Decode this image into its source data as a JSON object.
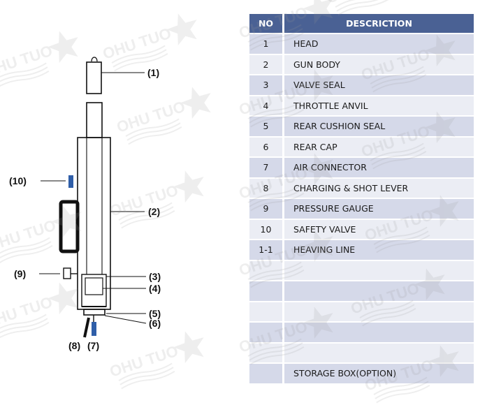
{
  "diagram": {
    "callouts": {
      "c1": "(1)",
      "c2": "(2)",
      "c3": "(3)",
      "c4": "(4)",
      "c5": "(5)",
      "c6": "(6)",
      "c7": "(7)",
      "c8": "(8)",
      "c9": "(9)",
      "c10": "(10)"
    }
  },
  "table": {
    "headers": {
      "no": "NO",
      "description": "DESCRICTION"
    },
    "rows": [
      {
        "no": "1",
        "description": "HEAD"
      },
      {
        "no": "2",
        "description": "GUN BODY"
      },
      {
        "no": "3",
        "description": "VALVE SEAL"
      },
      {
        "no": "4",
        "description": "THROTTLE ANVIL"
      },
      {
        "no": "5",
        "description": "REAR CUSHION SEAL"
      },
      {
        "no": "6",
        "description": "REAR CAP"
      },
      {
        "no": "7",
        "description": "AIR CONNECTOR"
      },
      {
        "no": "8",
        "description": "CHARGING & SHOT LEVER"
      },
      {
        "no": "9",
        "description": "PRESSURE GAUGE"
      },
      {
        "no": "10",
        "description": "SAFETY VALVE"
      },
      {
        "no": "1-1",
        "description": "HEAVING LINE"
      },
      {
        "no": "",
        "description": ""
      },
      {
        "no": "",
        "description": ""
      },
      {
        "no": "",
        "description": ""
      },
      {
        "no": "",
        "description": ""
      },
      {
        "no": "",
        "description": ""
      },
      {
        "no": "",
        "description": "STORAGE BOX(OPTION)"
      }
    ]
  },
  "watermark": {
    "text": "OHU TUO",
    "color": "#9a9a9a"
  },
  "colors": {
    "header": "#4a6194",
    "row_odd": "#d5d9e9",
    "row_even": "#ebedf4",
    "part_blue": "#2f5ea8"
  }
}
